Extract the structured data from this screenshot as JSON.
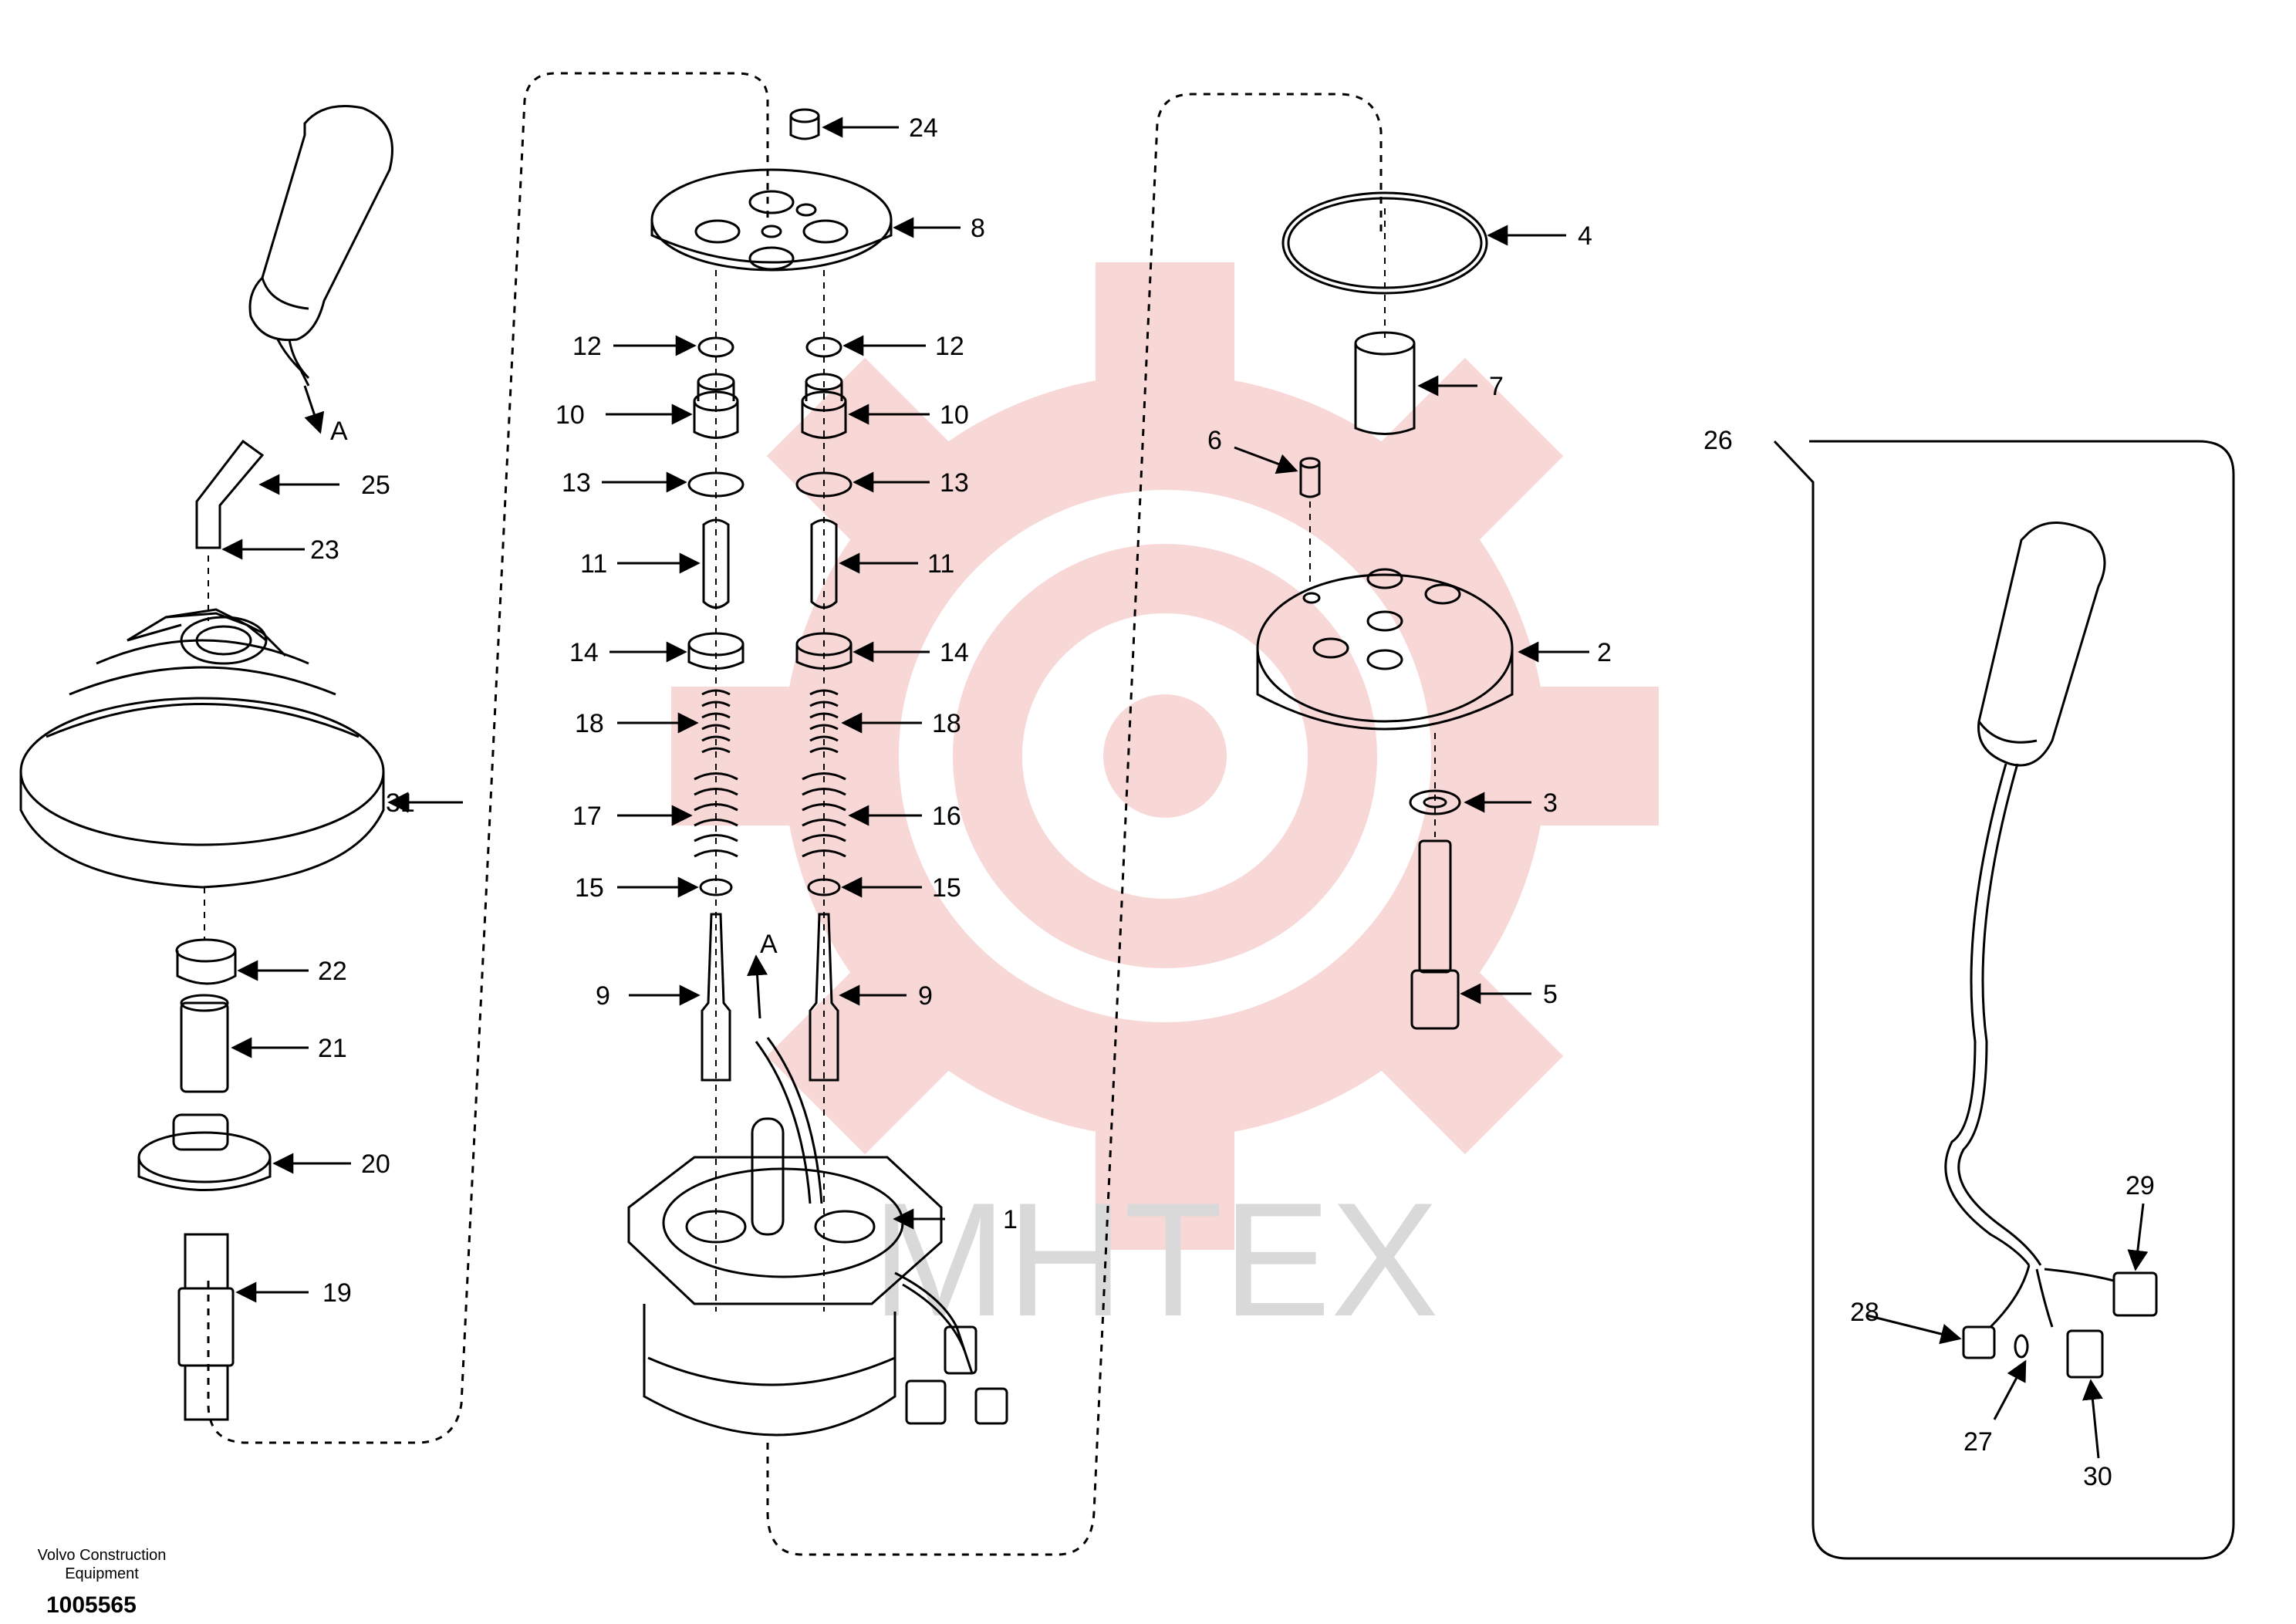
{
  "callouts": {
    "c1": "1",
    "c2": "2",
    "c3": "3",
    "c4": "4",
    "c5": "5",
    "c6": "6",
    "c7": "7",
    "c8": "8",
    "c9a": "9",
    "c9b": "9",
    "c10a": "10",
    "c10b": "10",
    "c11a": "11",
    "c11b": "11",
    "c12a": "12",
    "c12b": "12",
    "c13a": "13",
    "c13b": "13",
    "c14a": "14",
    "c14b": "14",
    "c15a": "15",
    "c15b": "15",
    "c16": "16",
    "c17": "17",
    "c18a": "18",
    "c18b": "18",
    "c19": "19",
    "c20": "20",
    "c21": "21",
    "c22": "22",
    "c23": "23",
    "c24": "24",
    "c25": "25",
    "c26": "26",
    "c27": "27",
    "c28": "28",
    "c29": "29",
    "c30": "30",
    "c31": "31"
  },
  "view_markers": {
    "a1": "A",
    "a2": "A"
  },
  "watermark": {
    "text": "MHTEX",
    "gear_color": "#f6c9c9",
    "text_color": "#d9d9d9"
  },
  "footer": {
    "company_line1": "Volvo Construction",
    "company_line2": "Equipment",
    "doc_number": "1005565"
  }
}
